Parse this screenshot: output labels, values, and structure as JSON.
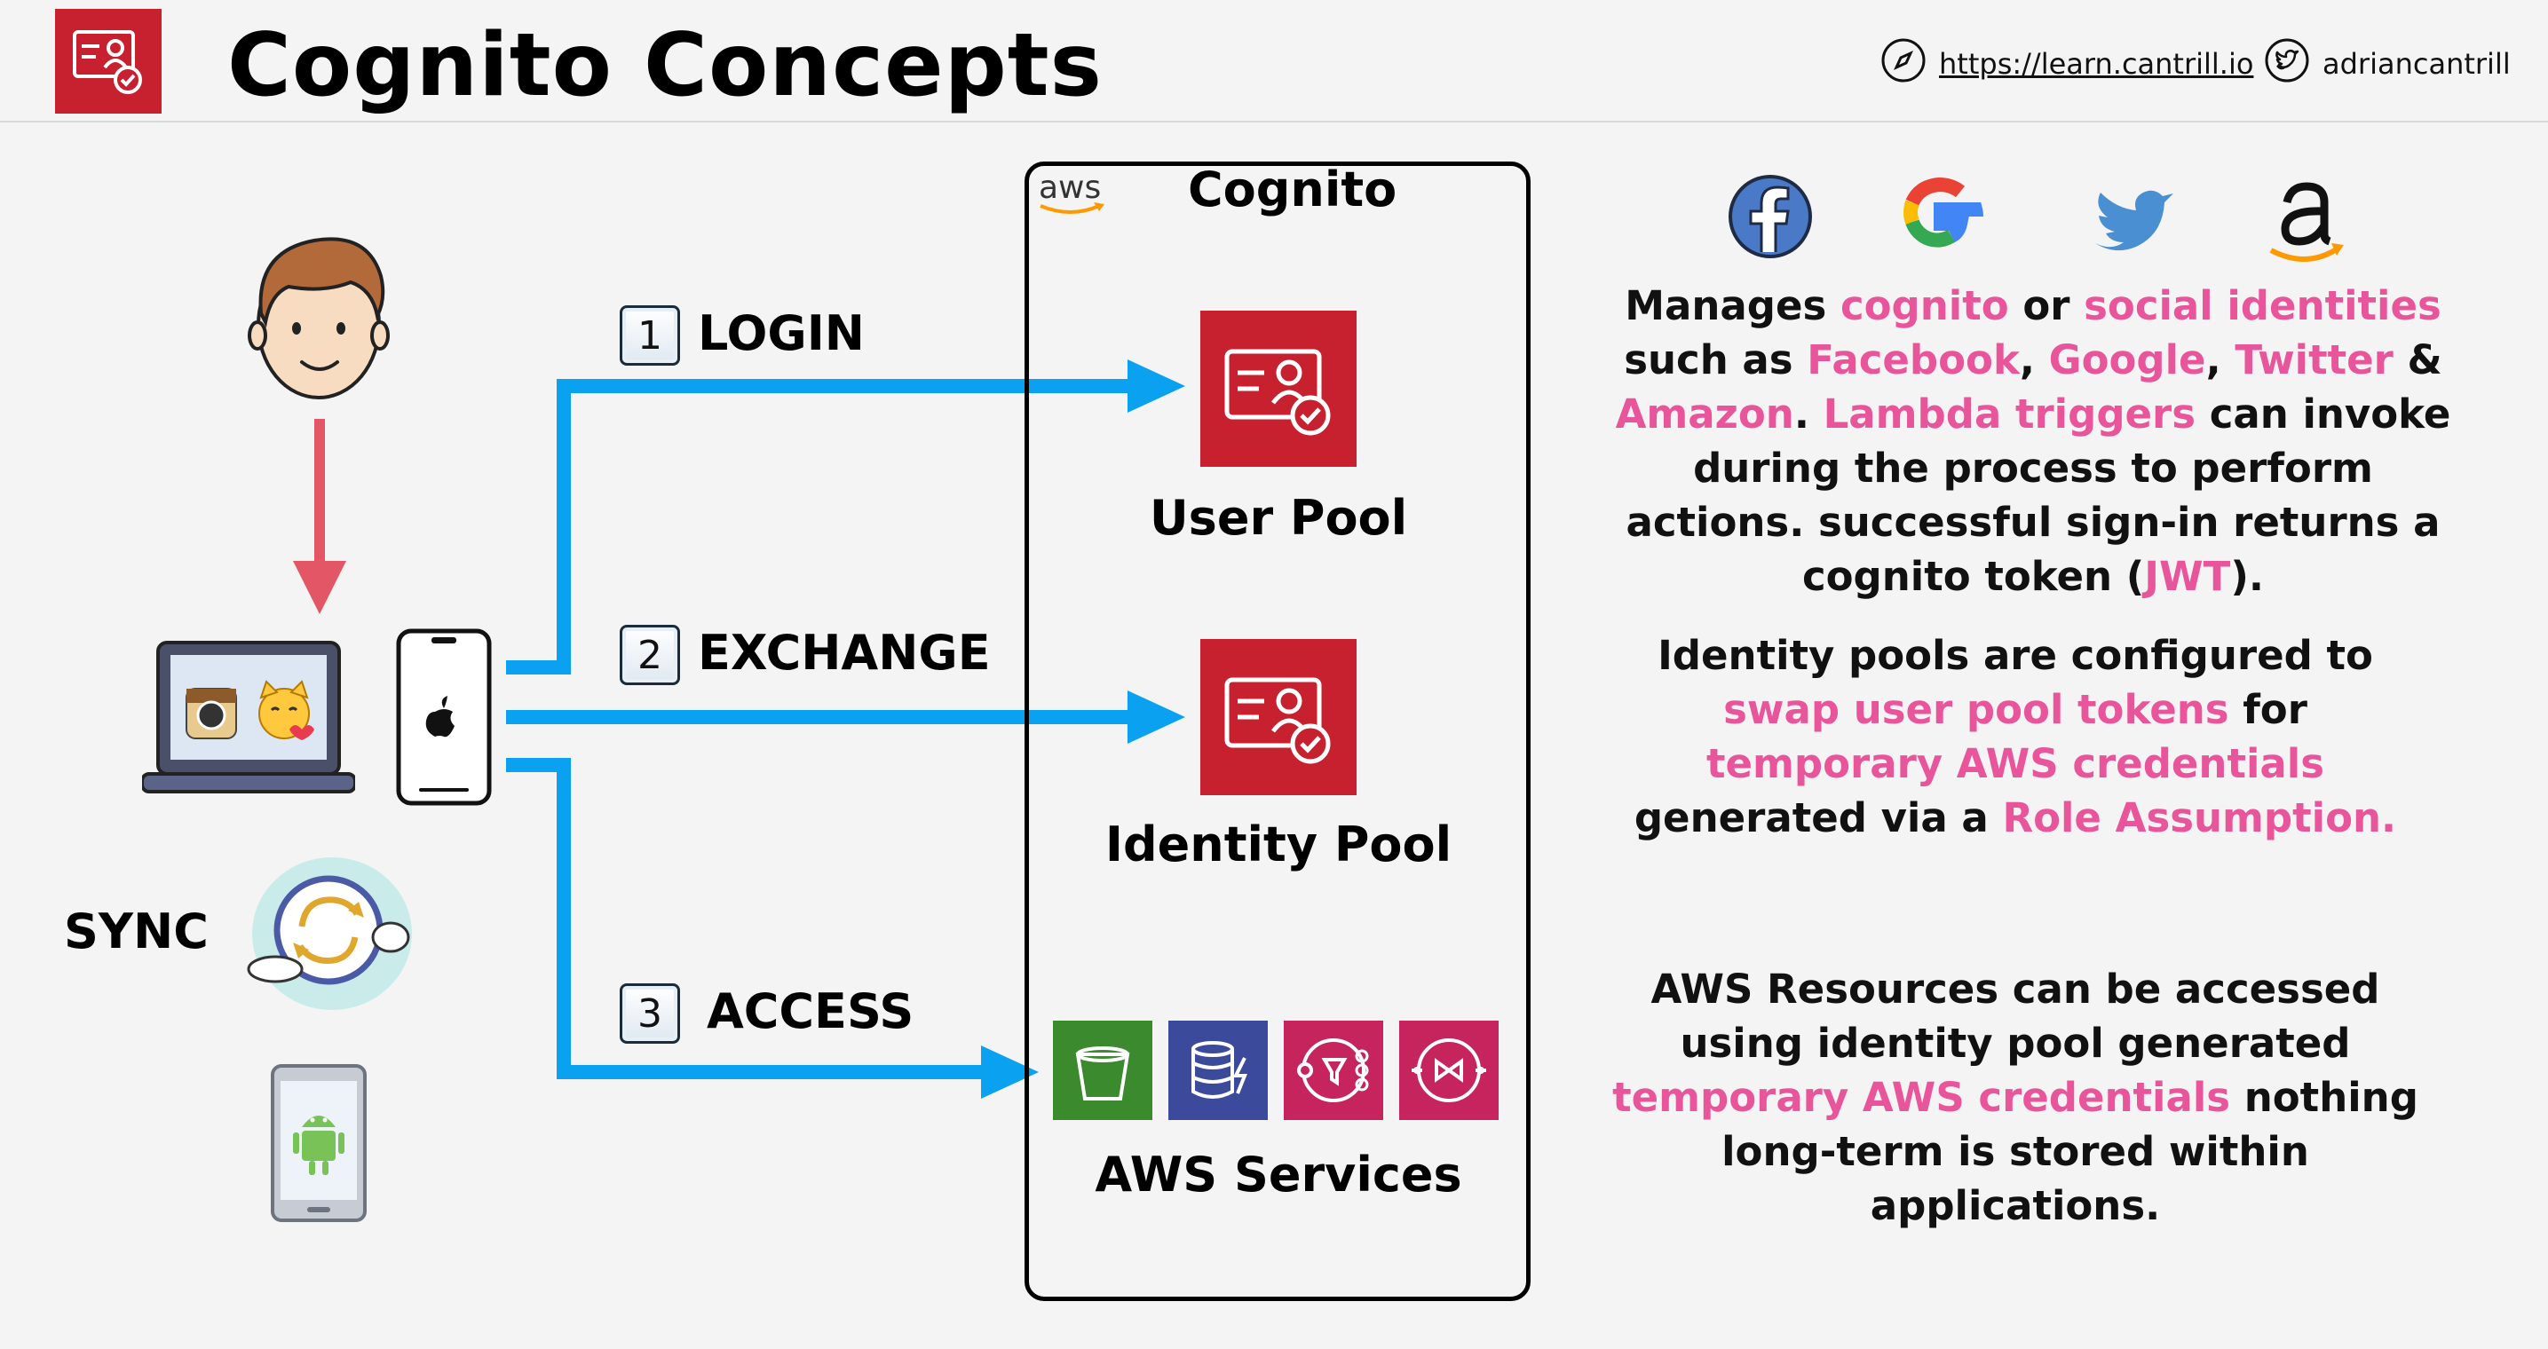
{
  "header": {
    "title": "Cognito Concepts",
    "website": "https://learn.cantrill.io",
    "twitter_handle": "adriancantrill",
    "brand_color": "#c7202f"
  },
  "diagram": {
    "sync_label": "SYNC",
    "steps": [
      {
        "number": "1",
        "label": "LOGIN"
      },
      {
        "number": "2",
        "label": "EXCHANGE"
      },
      {
        "number": "3",
        "label": "ACCESS"
      }
    ],
    "cognito_box": {
      "aws_logo": "aws",
      "title": "Cognito",
      "user_pool_label": "User Pool",
      "identity_pool_label": "Identity Pool",
      "aws_services_label": "AWS Services"
    },
    "arrow_color": "#0aa2f0",
    "down_arrow_color": "#e25665",
    "services": [
      {
        "icon": "s3-bucket-icon",
        "color": "#3b8a2d"
      },
      {
        "icon": "dynamodb-icon",
        "color": "#3c4a9c"
      },
      {
        "icon": "sns-icon",
        "color": "#c5245c"
      },
      {
        "icon": "sqs-icon",
        "color": "#c5245c"
      }
    ]
  },
  "social_icons": [
    "facebook-icon",
    "google-icon",
    "twitter-icon",
    "amazon-icon"
  ],
  "descriptions": {
    "p1": [
      {
        "t": "Manages ",
        "h": false
      },
      {
        "t": "cognito",
        "h": true
      },
      {
        "t": " or ",
        "h": false
      },
      {
        "t": "social identities",
        "h": true
      },
      {
        "t": " such as ",
        "h": false
      },
      {
        "t": "Facebook",
        "h": true
      },
      {
        "t": ", ",
        "h": false
      },
      {
        "t": "Google",
        "h": true
      },
      {
        "t": ", ",
        "h": false
      },
      {
        "t": "Twitter",
        "h": true
      },
      {
        "t": " & ",
        "h": false
      },
      {
        "t": "Amazon",
        "h": true
      },
      {
        "t": ". ",
        "h": false
      },
      {
        "t": "Lambda triggers",
        "h": true
      },
      {
        "t": " can invoke during the process to perform actions. successful sign-in returns a cognito token (",
        "h": false
      },
      {
        "t": "JWT",
        "h": true
      },
      {
        "t": ").",
        "h": false
      }
    ],
    "p2": [
      {
        "t": "Identity pools are configured to ",
        "h": false
      },
      {
        "t": "swap user pool tokens",
        "h": true
      },
      {
        "t": " for ",
        "h": false
      },
      {
        "t": "temporary AWS credentials",
        "h": true
      },
      {
        "t": " generated via a ",
        "h": false
      },
      {
        "t": "Role Assumption.",
        "h": true
      }
    ],
    "p3": [
      {
        "t": "AWS Resources can be accessed using identity pool generated ",
        "h": false
      },
      {
        "t": "temporary AWS credentials",
        "h": true
      },
      {
        "t": " nothing long-term is stored within applications.",
        "h": false
      }
    ],
    "highlight_color": "#e8559a"
  }
}
